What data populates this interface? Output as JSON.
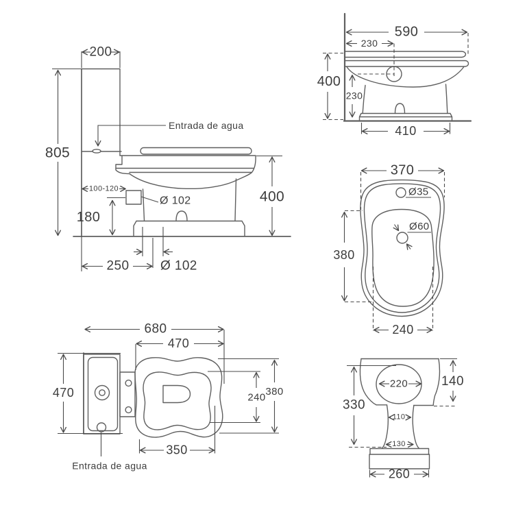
{
  "colors": {
    "background": "#ffffff",
    "line": "#5f5f5f",
    "dimension": "#4a4a4a",
    "text": "#3d3d3d"
  },
  "labels": {
    "wc_side_water_inlet": "Entrada de agua",
    "wc_top_water_inlet": "Entrada de agua"
  },
  "views": {
    "wc_side": {
      "dims": {
        "tank_depth": "200",
        "total_height": "805",
        "bowl_height": "400",
        "outlet_wall_distance": "100-120",
        "outlet_height": "180",
        "drain_wall_distance": "250",
        "outlet_diameter": "Ø 102",
        "floor_drain_diameter": "Ø 102"
      }
    },
    "bidet_side": {
      "dims": {
        "depth": "590",
        "inlet_offset": "230",
        "height": "400",
        "inlet_height": "230",
        "base_depth": "410"
      }
    },
    "bidet_top": {
      "dims": {
        "width": "370",
        "faucet_hole_diameter": "Ø35",
        "drain_hole_diameter": "Ø60",
        "bowl_length": "380",
        "rear_width": "240"
      }
    },
    "wc_top": {
      "dims": {
        "total_depth": "680",
        "bowl_length": "470",
        "width": "470",
        "seat_inner_width": "240",
        "lid_width": "380",
        "bowl_front_width": "350"
      }
    },
    "bidet_front": {
      "dims": {
        "bowl_inner_width": "220",
        "rim_depth": "140",
        "height": "330",
        "pedestal_top_width": "110",
        "pedestal_bottom_width": "130",
        "base_width": "260"
      }
    }
  }
}
